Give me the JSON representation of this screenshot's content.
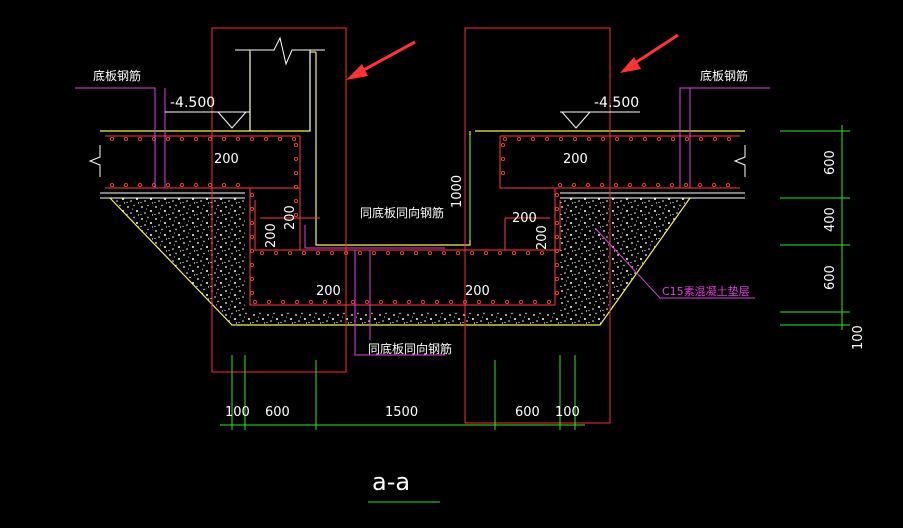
{
  "colors": {
    "background": "#000000",
    "outline": "#ff2a2a",
    "rebar": "#ff3b3b",
    "yellow": "#f2f25a",
    "white": "#ffffff",
    "green": "#2ee62e",
    "magenta": "#e040e0",
    "arrow": "#ff3333"
  },
  "labels": {
    "bottom_rebar_left": "底板钢筋",
    "bottom_rebar_right": "底板钢筋",
    "elevation_left": "-4.500",
    "elevation_right": "-4.500",
    "same_dir_top": "同底板同向钢筋",
    "same_dir_bottom": "同底板同向钢筋",
    "concrete_cushion": "C15素混凝土垫层",
    "section_title": "a-a"
  },
  "dims": {
    "d200_top_left": "200",
    "d200_top_right": "200",
    "d200_left_vert": "200",
    "d200_left_inner": "200",
    "d200_right_vert": "200",
    "d200_right_inner": "200",
    "d200_bot_left": "200",
    "d200_bot_right": "200",
    "h1000": "1000",
    "right_600_top": "600",
    "right_400": "400",
    "right_600_bot": "600",
    "right_100": "100",
    "bottom_100_left": "100",
    "bottom_600_left": "600",
    "bottom_1500": "1500",
    "bottom_600_right": "600",
    "bottom_100_right": "100"
  }
}
